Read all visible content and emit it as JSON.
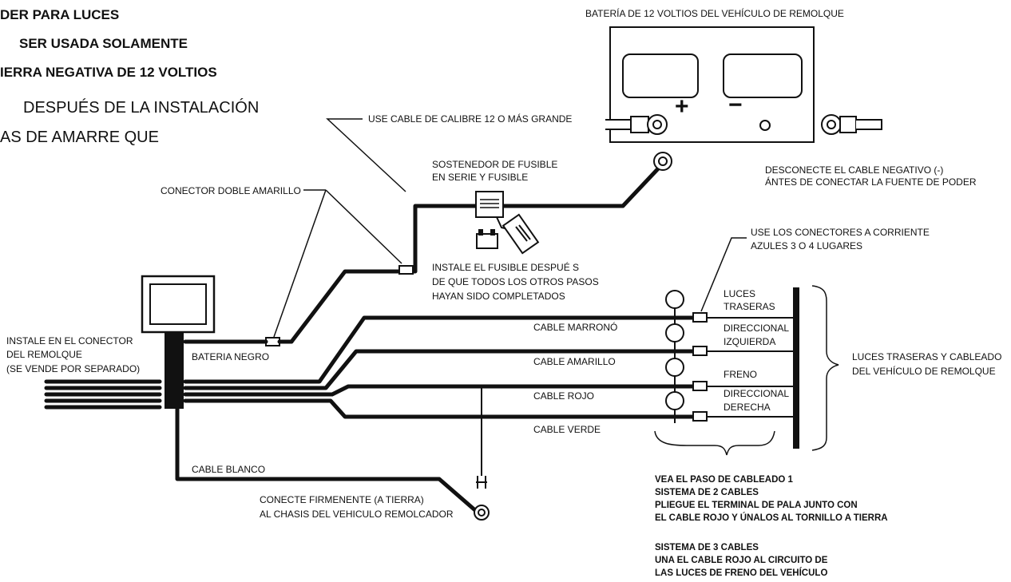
{
  "header": {
    "title_lines": [
      "DER PARA LUCES",
      "SER USADA SOLAMENTE",
      "IERRA NEGATIVA DE 12 VOLTIOS"
    ],
    "note_lines": [
      "DESPUÉS DE LA INSTALACIÓN",
      "AS DE AMARRE QUE"
    ]
  },
  "battery": {
    "title": "BATERÍA DE 12 VOLTIOS DEL VEHÍCULO DE REMOLQUE",
    "plus": "+",
    "minus": "−",
    "disconnect_lines": [
      "DESCONECTE EL CABLE NEGATIVO (-)",
      "ÁNTES DE CONECTAR LA FUENTE DE PODER"
    ]
  },
  "labels": {
    "cable_gauge": "USE CABLE DE CALIBRE 12 O MÁS GRANDE",
    "fuse_holder": [
      "SOSTENEDOR DE FUSIBLE",
      "EN SERIE Y FUSIBLE"
    ],
    "yellow_butt": "CONECTOR DOBLE AMARILLO",
    "fuse_install": [
      "INSTALE EL FUSIBLE DESPUÉ S",
      "DE QUE TODOS LOS OTROS PASOS",
      "HAYAN SIDO COMPLETADOS"
    ],
    "blue_connectors": [
      "USE LOS CONECTORES A CORRIENTE",
      "AZULES 3 O 4 LUGARES"
    ],
    "install_connector": [
      "INSTALE EN EL CONECTOR",
      "DEL REMOLQUE",
      "(SE VENDE POR SEPARADO)"
    ],
    "battery_black": "BATERIA NEGRO",
    "white_cable": "CABLE BLANCO",
    "ground": [
      "CONECTE FIRMENENTE (A TIERRA)",
      "AL CHASIS DEL VEHICULO REMOLCADOR"
    ],
    "trailer_lights": [
      "LUCES TRASERAS Y CABLEADO",
      "DEL VEHÍCULO DE REMOLQUE"
    ]
  },
  "wires": {
    "brown": "CABLE MARRONÓ",
    "yellow": "CABLE AMARILLO",
    "red": "CABLE ROJO",
    "green": "CABLE VERDE"
  },
  "lamps": {
    "tail": [
      "LUCES",
      "TRASERAS"
    ],
    "left_turn": [
      "DIRECCIONAL",
      "IZQUIERDA"
    ],
    "brake": "FRENO",
    "right_turn": [
      "DIRECCIONAL",
      "DERECHA"
    ]
  },
  "notes": {
    "two_wire": [
      "VEA EL PASO DE CABLEADO 1",
      "SISTEMA DE 2 CABLES",
      "PLIEGUE EL TERMINAL DE PALA JUNTO CON",
      "EL CABLE ROJO Y ÚNALOS AL TORNILLO A TIERRA"
    ],
    "three_wire": [
      "SISTEMA DE 3 CABLES",
      "UNA EL CABLE ROJO AL CIRCUITO DE",
      "LAS LUCES DE FRENO DEL VEHÍCULO"
    ]
  }
}
